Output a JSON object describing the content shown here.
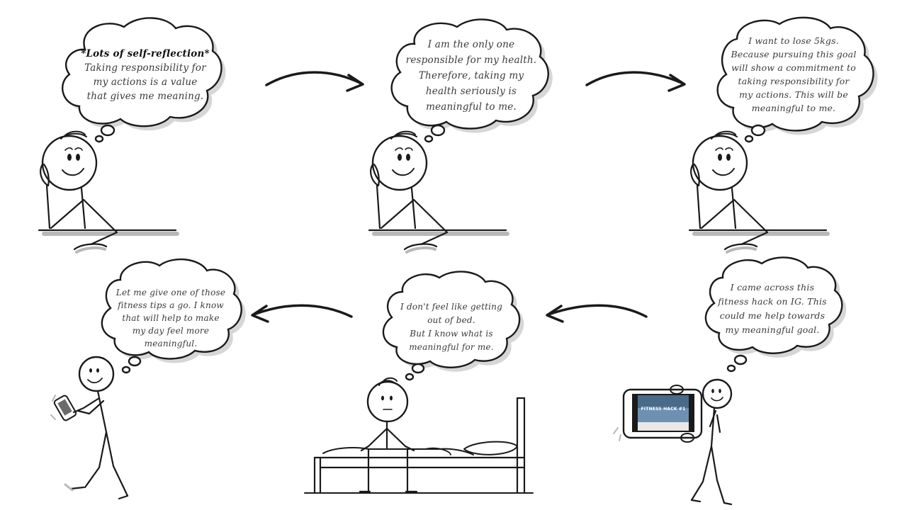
{
  "thoughts": [
    {
      "id": "self-reflection",
      "heading": "*Lots of self-reflection*",
      "lines": [
        "Taking responsibility for",
        "my actions is a value",
        "that gives me meaning."
      ]
    },
    {
      "id": "responsible-health",
      "heading": "",
      "lines": [
        "I am the only one",
        "responsible for my health.",
        "Therefore, taking my",
        "health seriously is",
        "meaningful to me."
      ]
    },
    {
      "id": "lose-weight",
      "heading": "",
      "lines": [
        "I want to lose 5kgs.",
        "Because pursuing this goal",
        "will show a commitment to",
        "taking responsibility for",
        "my actions. This will be",
        "meaningful to me."
      ]
    },
    {
      "id": "fitness-hack",
      "heading": "",
      "lines": [
        "I came across this",
        "fitness hack on IG. This",
        "could me help towards",
        "my meaningful goal."
      ]
    },
    {
      "id": "getting-out-of-bed",
      "heading": "",
      "lines": [
        "I don't feel like getting",
        "out of bed.",
        "But I know what is",
        "meaningful for me."
      ]
    },
    {
      "id": "try-tips",
      "heading": "",
      "lines": [
        "Let me give one of those",
        "fitness tips a go. I know",
        "that will help to make",
        "my day feel more",
        "meaningful."
      ]
    }
  ],
  "phone_screen": {
    "title": "FITNESS HACK #1"
  },
  "colors": {
    "ink": "#1a1a1a",
    "text": "#3a3a3a",
    "shadow": "#b8b8b8",
    "screen": "#4a6a8a"
  }
}
